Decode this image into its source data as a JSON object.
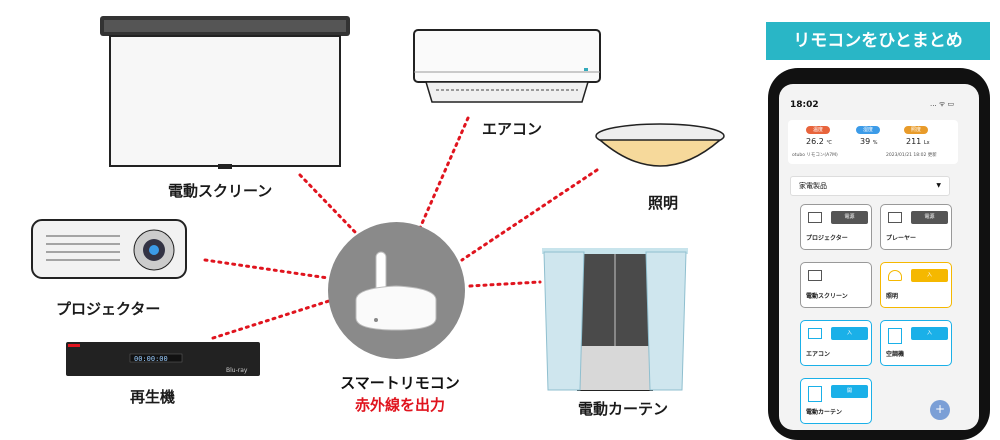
{
  "devices": {
    "screen_label": "電動スクリーン",
    "aircon_label": "エアコン",
    "light_label": "照明",
    "projector_label": "プロジェクター",
    "player_label": "再生機",
    "curtain_label": "電動カーテン",
    "bluray_display": "00:00:00",
    "bluray_brand": "Blu-ray"
  },
  "hub": {
    "title": "スマートリモコン",
    "subtitle": "赤外線を出力"
  },
  "phone": {
    "banner": "リモコンをひとまとめ",
    "time": "18:02",
    "status": "... ᯤ ▭",
    "sensors": [
      {
        "tag": "温度",
        "value": "26.2",
        "unit": "℃",
        "color": "#e8643c"
      },
      {
        "tag": "湿度",
        "value": "39",
        "unit": "%",
        "color": "#3c9be8"
      },
      {
        "tag": "照度",
        "value": "211",
        "unit": "Lx",
        "color": "#e89b2a"
      }
    ],
    "sensor_device": "otubo リモコン(A7M)",
    "sensor_updated": "2023/01/21 18:02 更新",
    "category": "家電製品",
    "tiles": [
      {
        "name": "プロジェクター",
        "button": "電源",
        "button_color": "#555555"
      },
      {
        "name": "プレーヤー",
        "button": "電源",
        "button_color": "#555555"
      },
      {
        "name": "電動スクリーン",
        "button": "",
        "button_color": ""
      },
      {
        "name": "照明",
        "button": "入",
        "button_color": "#f5b800"
      },
      {
        "name": "エアコン",
        "button": "入",
        "button_color": "#1ab0e8"
      },
      {
        "name": "空調機",
        "button": "入",
        "button_color": "#1ab0e8"
      },
      {
        "name": "電動カーテン",
        "button": "開",
        "button_color": "#1ab0e8"
      }
    ],
    "fab": "+"
  }
}
